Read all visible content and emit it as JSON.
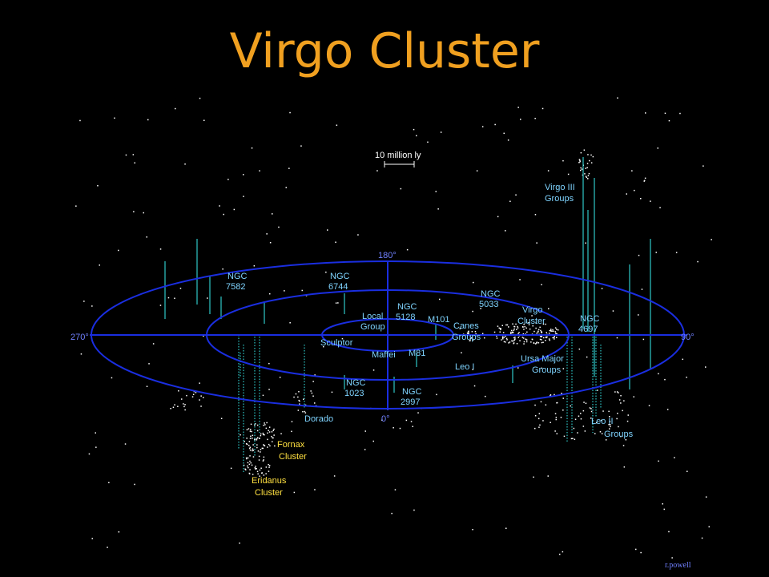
{
  "title": "Virgo Cluster",
  "scale_bar": "10 million ly",
  "angles": {
    "a0": "0°",
    "a90": "90°",
    "a180": "180°",
    "a270": "270°"
  },
  "labels": {
    "virgo_iii": [
      "Virgo III",
      "Groups"
    ],
    "ngc7582": [
      "NGC",
      "7582"
    ],
    "ngc6744": [
      "NGC",
      "6744"
    ],
    "ngc5033": [
      "NGC",
      "5033"
    ],
    "local_group": [
      "Local",
      "Group"
    ],
    "ngc5128": [
      "NGC",
      "5128"
    ],
    "m101": "M101",
    "canes": [
      "Canes",
      "Groups"
    ],
    "virgo_cluster": [
      "Virgo",
      "Cluster"
    ],
    "ngc4697": [
      "NGC",
      "4697"
    ],
    "sculptor": "Sculptor",
    "maffei": "Maffei",
    "m81": "M81",
    "leo_i": "Leo I",
    "ursa_major": [
      "Ursa Major",
      "Groups"
    ],
    "ngc1023": [
      "NGC",
      "1023"
    ],
    "ngc2997": [
      "NGC",
      "2997"
    ],
    "dorado": "Dorado",
    "leo_ii": [
      "Leo II",
      "Groups"
    ],
    "fornax": [
      "Fornax",
      "Cluster"
    ],
    "eridanus": [
      "Eridanus",
      "Cluster"
    ]
  },
  "credit": "r.powell",
  "colors": {
    "title": "#f0a020",
    "rings": "#1a2ee0",
    "labels": "#7fd4ff",
    "yellow_labels": "#ffe040",
    "stalks": "#30c8c8",
    "stars": "#ffffff"
  }
}
